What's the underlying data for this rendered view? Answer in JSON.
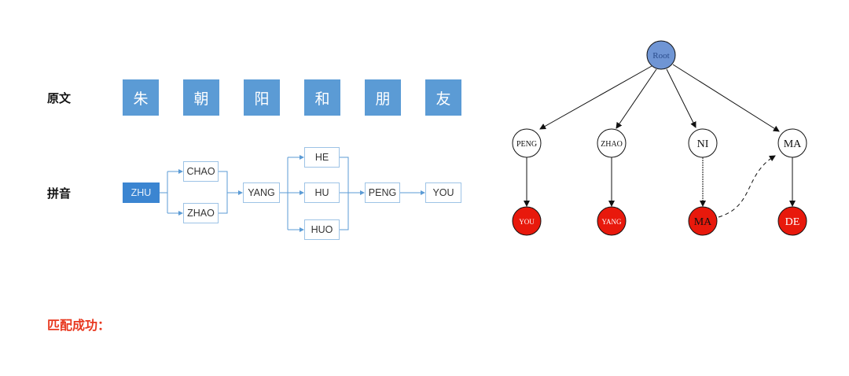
{
  "labels": {
    "original": "原文",
    "pinyin": "拼音",
    "success": "匹配成功："
  },
  "characters": [
    "朱",
    "朝",
    "阳",
    "和",
    "朋",
    "友"
  ],
  "pinyin": {
    "zhu": "ZHU",
    "chao": "CHAO",
    "zhao": "ZHAO",
    "yang": "YANG",
    "he": "HE",
    "hu": "HU",
    "huo": "HUO",
    "peng": "PENG",
    "you": "YOU"
  },
  "tree": {
    "root": "Root",
    "level1": [
      "PENG",
      "ZHAO",
      "NI",
      "MA"
    ],
    "level2": [
      "YOU",
      "YANG",
      "MA",
      "DE"
    ]
  },
  "colors": {
    "char_box": "#5b9bd5",
    "root_node": "#6f95d4",
    "leaf_node": "#e8190c",
    "success_text": "#e8381f"
  }
}
